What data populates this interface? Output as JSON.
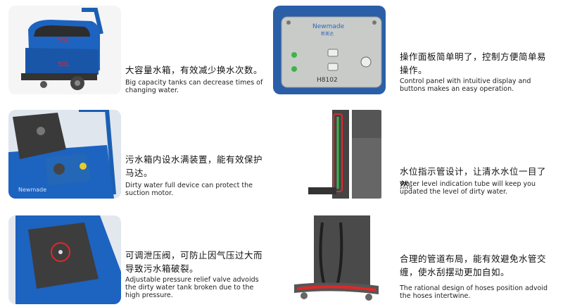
{
  "features": [
    {
      "zh": "大容量水箱，有效减少换水次数。",
      "en": "Big capacity tanks can decrease times of changing water.",
      "overlay": [
        "55L",
        "50L"
      ]
    },
    {
      "zh": "操作面板简单明了，控制方便简单易操作。",
      "en": "Control panel with intuitive display and buttons makes an easy operation.",
      "overlay": [
        "Newmade",
        "新美达",
        "H8102"
      ]
    },
    {
      "zh": "污水箱内设水满装置，能有效保护马达。",
      "en": "Dirty water full device can protect the suction motor.",
      "overlay": [
        "Newmade"
      ]
    },
    {
      "zh": "水位指示管设计，让清水水位一目了然。",
      "en": "Water level indication tube will keep you updated the level of dirty water.",
      "overlay": []
    },
    {
      "zh": "可调泄压阀，可防止因气压过大而导致污水箱破裂。",
      "en": "Adjustable pressure relief valve advoids the dirty water tank broken due to the high pressure.",
      "overlay": []
    },
    {
      "zh": "合理的管道布局，能有效避免水管交缠，使水刮摆动更加自如。",
      "en": "The rational design of hoses position advoid the hoses intertwine.",
      "overlay": []
    }
  ]
}
